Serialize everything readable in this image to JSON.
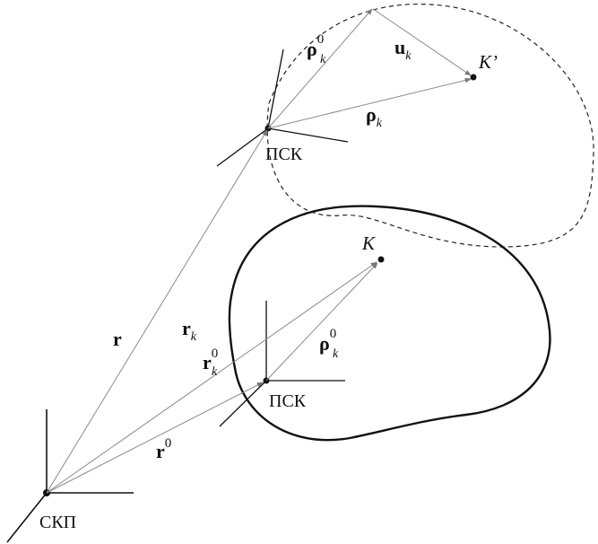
{
  "labels": {
    "origin": "СКП",
    "local_frame_initial": "ПСК",
    "local_frame_displaced": "ПСК",
    "point_initial": "К",
    "point_displaced": "К’",
    "vec_r": "r",
    "vec_r_k": {
      "base": "r",
      "sub": "k"
    },
    "vec_r_k0": {
      "base": "r",
      "sub": "k",
      "sup": "0"
    },
    "vec_r0": {
      "base": "r",
      "sup": "0"
    },
    "vec_rho_k0_lower": {
      "base": "ρ",
      "sub": "k",
      "sup": "0"
    },
    "vec_rho_k0_upper": {
      "base": "ρ",
      "sub": "k",
      "sup": "0"
    },
    "vec_rho_k": {
      "base": "ρ",
      "sub": "k"
    },
    "vec_u_k": {
      "base": "u",
      "sub": "k"
    }
  }
}
